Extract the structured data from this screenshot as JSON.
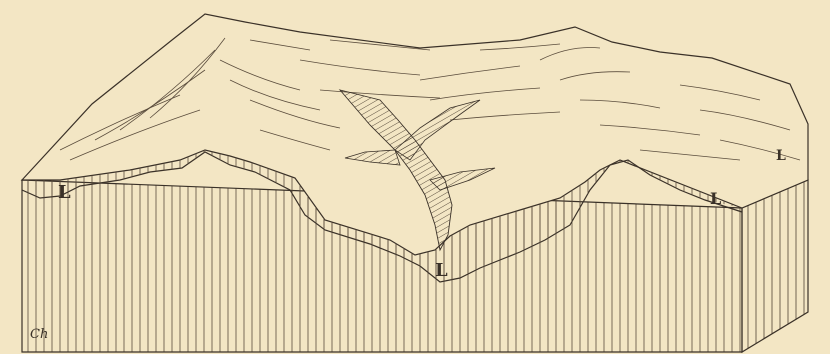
{
  "figure": {
    "paper_color": "#f3e6c4",
    "ink_color": "#3a3128",
    "labels": {
      "left": "L",
      "center": "L",
      "right": "L",
      "right_top": "L",
      "signature": "Ch"
    }
  }
}
